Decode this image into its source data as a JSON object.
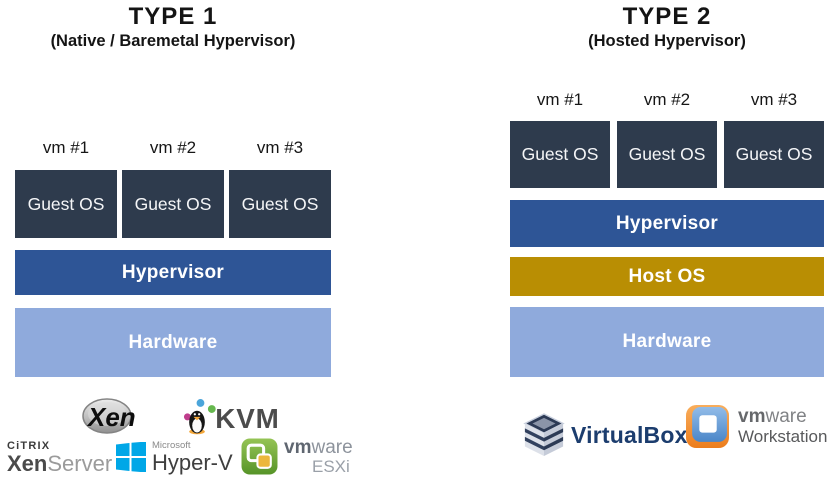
{
  "type1": {
    "title": "TYPE 1",
    "subtitle": "(Native / Baremetal Hypervisor)",
    "vm_labels": [
      "vm #1",
      "vm #2",
      "vm #3"
    ],
    "guest_boxes": [
      "Guest OS",
      "Guest OS",
      "Guest OS"
    ],
    "layers": {
      "hypervisor": "Hypervisor",
      "hardware": "Hardware"
    },
    "logos": {
      "xen": {
        "text": "Xen"
      },
      "kvm": {
        "text": "KVM"
      },
      "citrix_xenserver": {
        "company": "CiTRIX",
        "product_bold": "Xen",
        "product_light": "Server"
      },
      "hyperv": {
        "company": "Microsoft",
        "product": "Hyper-V"
      },
      "esxi": {
        "brand_bold": "vm",
        "brand_light": "ware",
        "product": "ESXi"
      }
    }
  },
  "type2": {
    "title": "TYPE 2",
    "subtitle": "(Hosted Hypervisor)",
    "vm_labels": [
      "vm #1",
      "vm #2",
      "vm #3"
    ],
    "guest_boxes": [
      "Guest OS",
      "Guest OS",
      "Guest OS"
    ],
    "layers": {
      "hypervisor": "Hypervisor",
      "host_os": "Host OS",
      "hardware": "Hardware"
    },
    "logos": {
      "virtualbox": {
        "text": "VirtualBox"
      },
      "vmware_workstation": {
        "brand_bold": "vm",
        "brand_light": "ware",
        "product": "Workstation"
      }
    }
  },
  "colors": {
    "guest_os": "#2e3b4d",
    "hypervisor": "#2e5596",
    "host_os": "#b98e03",
    "hardware": "#8faadc"
  }
}
